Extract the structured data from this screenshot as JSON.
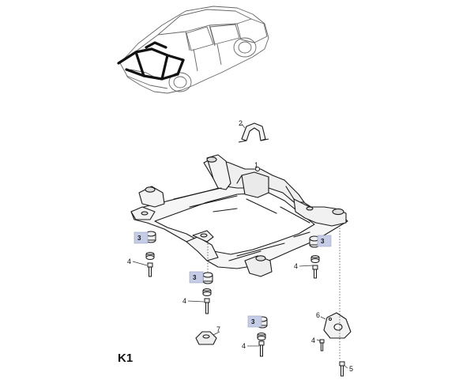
{
  "figure_label": "K1",
  "callouts": {
    "p1": "1",
    "p2": "2",
    "p3a": "3",
    "p3b": "3",
    "p3c": "3",
    "p3d": "3",
    "p4a": "4",
    "p4b": "4",
    "p4c": "4",
    "p4d": "4",
    "p4e": "4",
    "p5": "5",
    "p6": "6",
    "p7": "7"
  },
  "colors": {
    "highlight": "#c5cde6",
    "line": "#1a1a1a",
    "fill_light": "#f4f4f4",
    "car_outline": "#666666"
  }
}
